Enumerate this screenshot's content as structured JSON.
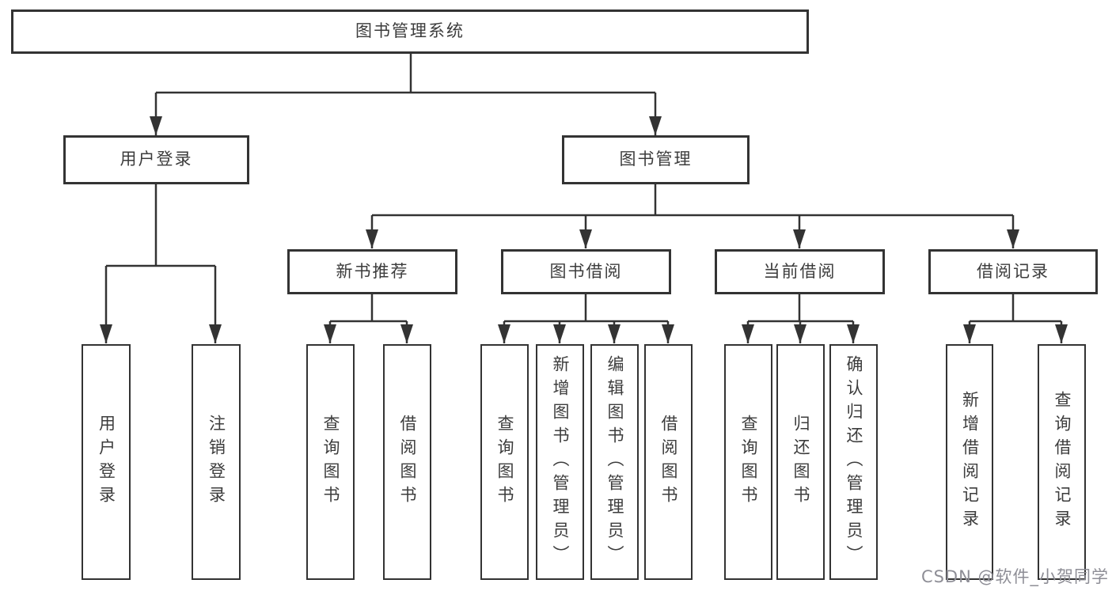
{
  "tree": {
    "root": {
      "label": "图书管理系统"
    },
    "children": [
      {
        "label": "用户登录",
        "children": [
          {
            "label": "用户登录"
          },
          {
            "label": "注销登录"
          }
        ]
      },
      {
        "label": "图书管理",
        "children": [
          {
            "label": "新书推荐",
            "children": [
              {
                "label": "查询图书"
              },
              {
                "label": "借阅图书"
              }
            ]
          },
          {
            "label": "图书借阅",
            "children": [
              {
                "label": "查询图书"
              },
              {
                "label": "新增图书（管理员）"
              },
              {
                "label": "编辑图书（管理员）"
              },
              {
                "label": "借阅图书"
              }
            ]
          },
          {
            "label": "当前借阅",
            "children": [
              {
                "label": "查询图书"
              },
              {
                "label": "归还图书"
              },
              {
                "label": "确认归还（管理员）"
              }
            ]
          },
          {
            "label": "借阅记录",
            "children": [
              {
                "label": "新增借阅记录"
              },
              {
                "label": "查询借阅记录"
              }
            ]
          }
        ]
      }
    ]
  },
  "watermark": {
    "text": "CSDN @软件_小贺同学"
  },
  "colors": {
    "line": "#333333",
    "text": "#3c3c3c",
    "background": "#ffffff",
    "watermark": "#8e8e96"
  }
}
